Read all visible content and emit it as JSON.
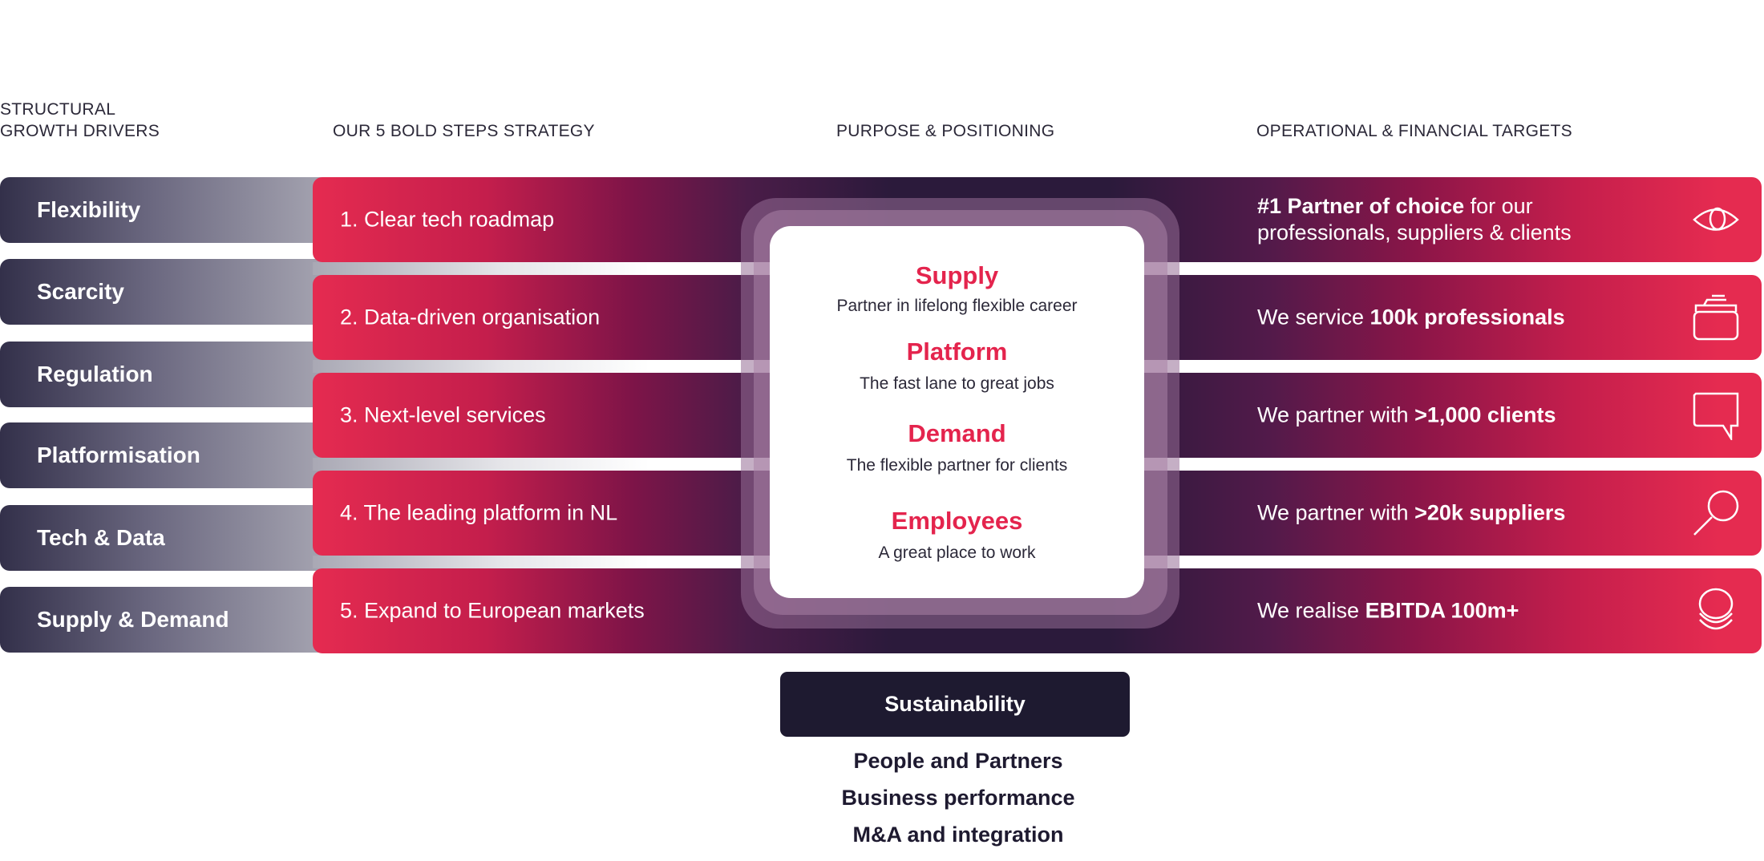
{
  "headers": {
    "drivers_line1": "STRUCTURAL",
    "drivers_line2": "GROWTH DRIVERS",
    "strategy": "OUR 5 BOLD STEPS STRATEGY",
    "purpose": "PURPOSE & POSITIONING",
    "targets": "OPERATIONAL & FINANCIAL TARGETS"
  },
  "drivers": [
    "Flexibility",
    "Scarcity",
    "Regulation",
    "Platformisation",
    "Tech & Data",
    "Supply & Demand"
  ],
  "steps": [
    "1. Clear tech roadmap",
    "2. Data-driven organisation",
    "3. Next-level services",
    "4. The leading platform in NL",
    "5. Expand to European markets"
  ],
  "targets": [
    {
      "bold": "#1 Partner of choice",
      "rest": " for our",
      "line2": "professionals, suppliers & clients",
      "icon": "eye-icon"
    },
    {
      "pre": "We service ",
      "bold": "100k professionals",
      "icon": "box-icon"
    },
    {
      "pre": "We partner with ",
      "bold": ">1,000 clients",
      "icon": "speech-bubble-icon"
    },
    {
      "pre": "We partner with ",
      "bold": ">20k suppliers",
      "icon": "magnifier-icon"
    },
    {
      "pre": "We realise ",
      "bold": "EBITDA 100m+",
      "icon": "coins-icon"
    }
  ],
  "purpose": [
    {
      "title": "Supply",
      "sub": "Partner in lifelong flexible career"
    },
    {
      "title": "Platform",
      "sub": "The fast lane to great jobs"
    },
    {
      "title": "Demand",
      "sub": "The flexible partner for clients"
    },
    {
      "title": "Employees",
      "sub": "A great place to work"
    }
  ],
  "sustainability": {
    "label": "Sustainability",
    "items": [
      "People and Partners",
      "Business performance",
      "M&A and integration"
    ]
  },
  "colors": {
    "accent": "#e52b50",
    "dark": "#2b1a3b",
    "navy": "#1e1a30"
  }
}
